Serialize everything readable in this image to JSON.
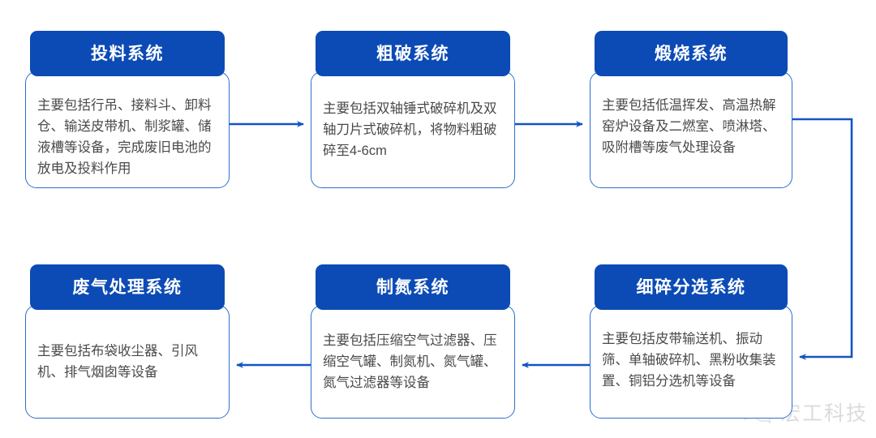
{
  "diagram": {
    "type": "process-flow",
    "title": "",
    "colors": {
      "header_blue": "#0C4BB5",
      "border_blue": "#2C6FD1",
      "connector_blue": "#1255C4",
      "body_text": "#4A4A4A",
      "header_text": "#FFFFFF",
      "background": "#FFFFFF"
    },
    "nodes": [
      {
        "id": "feeding-system",
        "title": "投料系统",
        "body": "主要包括行吊、接料斗、卸料仓、输送皮带机、制浆罐、储液槽等设备，完成废旧电池的放电及投料作用"
      },
      {
        "id": "coarse-crushing-system",
        "title": "粗破系统",
        "body": "主要包括双轴锤式破碎机及双轴刀片式破碎机，将物料粗破碎至4-6cm"
      },
      {
        "id": "calcination-system",
        "title": "煅烧系统",
        "body": "主要包括低温挥发、高温热解窑炉设备及二燃室、喷淋塔、吸附槽等废气处理设备"
      },
      {
        "id": "waste-gas-treatment-system",
        "title": "废气处理系统",
        "body": "主要包括布袋收尘器、引风机、排气烟囱等设备"
      },
      {
        "id": "nitrogen-generation-system",
        "title": "制氮系统",
        "body": "主要包括压缩空气过滤器、压缩空气罐、制氮机、氮气罐、氮气过滤器等设备"
      },
      {
        "id": "fine-crushing-sorting-system",
        "title": "细碎分选系统",
        "body": "主要包括皮带输送机、振动筛、单轴破碎机、黑粉收集装置、铜铝分选机等设备"
      }
    ],
    "connectors": [
      {
        "id": "feeding-to-coarse",
        "from": "feeding-system",
        "to": "coarse-crushing-system",
        "direction": "right"
      },
      {
        "id": "coarse-to-calcination",
        "from": "coarse-crushing-system",
        "to": "calcination-system",
        "direction": "right"
      },
      {
        "id": "calcination-to-fine",
        "from": "calcination-system",
        "to": "fine-crushing-sorting-system",
        "direction": "down-left"
      },
      {
        "id": "fine-to-nitrogen",
        "from": "fine-crushing-sorting-system",
        "to": "nitrogen-generation-system",
        "direction": "left"
      },
      {
        "id": "nitrogen-to-wastegas",
        "from": "nitrogen-generation-system",
        "to": "waste-gas-treatment-system",
        "direction": "left"
      }
    ]
  },
  "watermark": {
    "icon": "wechat-icon",
    "text": "宏工科技"
  }
}
